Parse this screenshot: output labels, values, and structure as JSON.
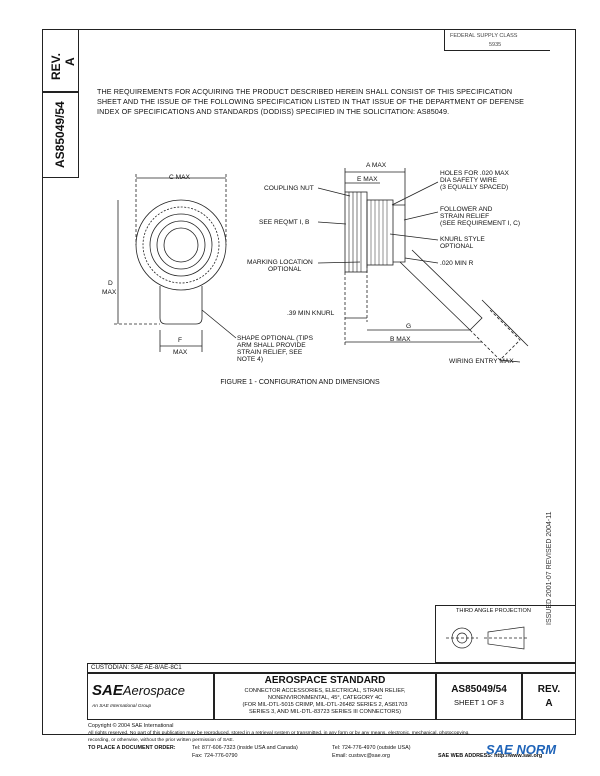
{
  "doc": {
    "rev_label": "REV.",
    "rev_value": "A",
    "doc_number": "AS85049/54",
    "federal_notice_line1": "FEDERAL SUPPLY CLASS",
    "federal_notice_line2": "5935",
    "requirements_text": "The requirements for acquiring the product described herein shall consist of this specification sheet and the issue of the following specification listed in that issue of the Department of Defense Index of Specifications and Standards (DODISS) specified in the solicitation: AS85049.",
    "figure_caption": "FIGURE 1 - CONFIGURATION AND DIMENSIONS",
    "issued_revised": "ISSUED 2001-07    REVISED 2004-11",
    "third_angle_label": "THIRD ANGLE PROJECTION"
  },
  "drawing": {
    "labels": {
      "c_max": "C MAX",
      "coupling_nut": "COUPLING NUT",
      "see_reqmt": "SEE REQMT I, B",
      "marking_location_1": "MARKING LOCATION",
      "marking_location_2": "OPTIONAL",
      "d": "D",
      "max_d": "MAX",
      "knurl_39": ".39 MIN KNURL",
      "shape_optional_1": "SHAPE OPTIONAL (TIPS",
      "shape_optional_2": "ARM SHALL PROVIDE",
      "shape_optional_3": "STRAIN RELIEF, SEE",
      "shape_optional_4": "NOTE 4)",
      "f": "F",
      "max_f": "MAX",
      "a_max": "A MAX",
      "e_max": "E MAX",
      "holes_1": "HOLES FOR .020 MAX",
      "holes_2": "DIA SAFETY WIRE",
      "holes_3": "(3 EQUALLY SPACED)",
      "follower_1": "FOLLOWER AND",
      "follower_2": "STRAIN RELIEF",
      "follower_3": "(SEE REQUIREMENT I, c)",
      "knurl_style_1": "KNURL STYLE",
      "knurl_style_2": "OPTIONAL",
      "r_020": ".020 MIN R",
      "g": "G",
      "b_max": "B MAX",
      "wiring_entry": "WIRING ENTRY MAX"
    }
  },
  "title_block": {
    "custodian": "CUSTODIAN: SAE AE-8/AE-8C1",
    "sae_brand": "SAE",
    "sae_aero": "Aerospace",
    "sae_tagline": "An SAE International Group",
    "standard_title": "AEROSPACE STANDARD",
    "desc_1": "CONNECTOR ACCESSORIES, ELECTRICAL, STRAIN RELIEF,",
    "desc_2": "NONENVIRONMENTAL, 45°, CATEGORY 4C",
    "desc_3": "(FOR MIL-DTL-5015 CRIMP, MIL-DTL-26482 SERIES 2, AS81703",
    "desc_4": "SERIES 3, AND MIL-DTL-83723 SERIES III CONNECTORS)",
    "doc_number": "AS85049/54",
    "sheet": "SHEET 1 OF 3",
    "rev_label": "REV.",
    "rev_value": "A"
  },
  "footer": {
    "copyright": "Copyright © 2004 SAE International",
    "rights_1": "All rights reserved. No part of this publication may be reproduced, stored in a retrieval system or transmitted, in any form or by any means, electronic, mechanical, photocopying,",
    "rights_2": "recording, or otherwise, without the prior written permission of SAE.",
    "order_label": "TO PLACE A DOCUMENT ORDER:",
    "tel_1": "Tel: 877-606-7323 (inside USA and Canada)",
    "tel_2": "Tel: 724-776-4970 (outside USA)",
    "fax": "Fax: 724-776-0790",
    "email": "Email: custsvc@sae.org",
    "web": "SAE WEB ADDRESS: http://www.sae.org",
    "watermark": "SAE NORM"
  },
  "colors": {
    "line": "#222222",
    "watermark": "#1e63b8"
  }
}
